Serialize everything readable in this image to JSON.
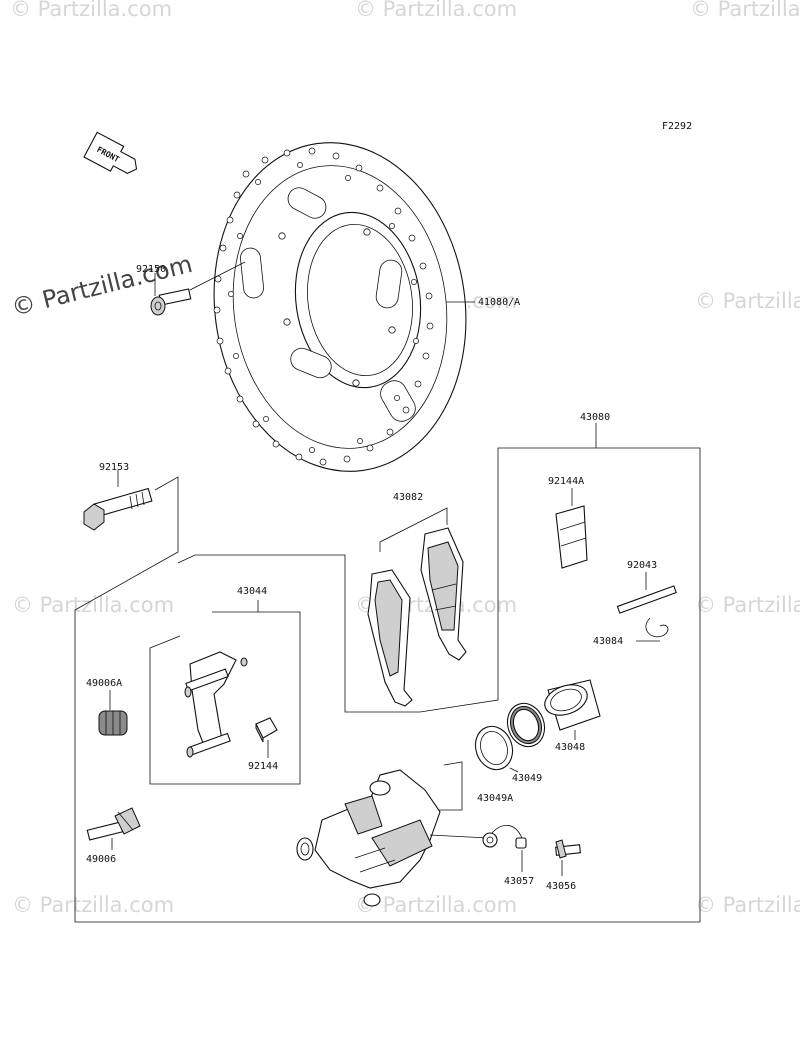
{
  "diagram": {
    "figure_code": "F2292",
    "front_label": "FRONT",
    "watermark_text": "© Partzilla.com",
    "watermark_main": "© Partzilla.com",
    "parts": {
      "p92150": "92150",
      "p41080A": "41080/A",
      "p43080": "43080",
      "p92153": "92153",
      "p43082": "43082",
      "p92144A": "92144A",
      "p43044": "43044",
      "p92043": "92043",
      "p43084": "43084",
      "p49006A": "49006A",
      "p92144": "92144",
      "p43048": "43048",
      "p43049": "43049",
      "p43049A": "43049A",
      "p49006": "49006",
      "p43057": "43057",
      "p43056": "43056"
    }
  }
}
